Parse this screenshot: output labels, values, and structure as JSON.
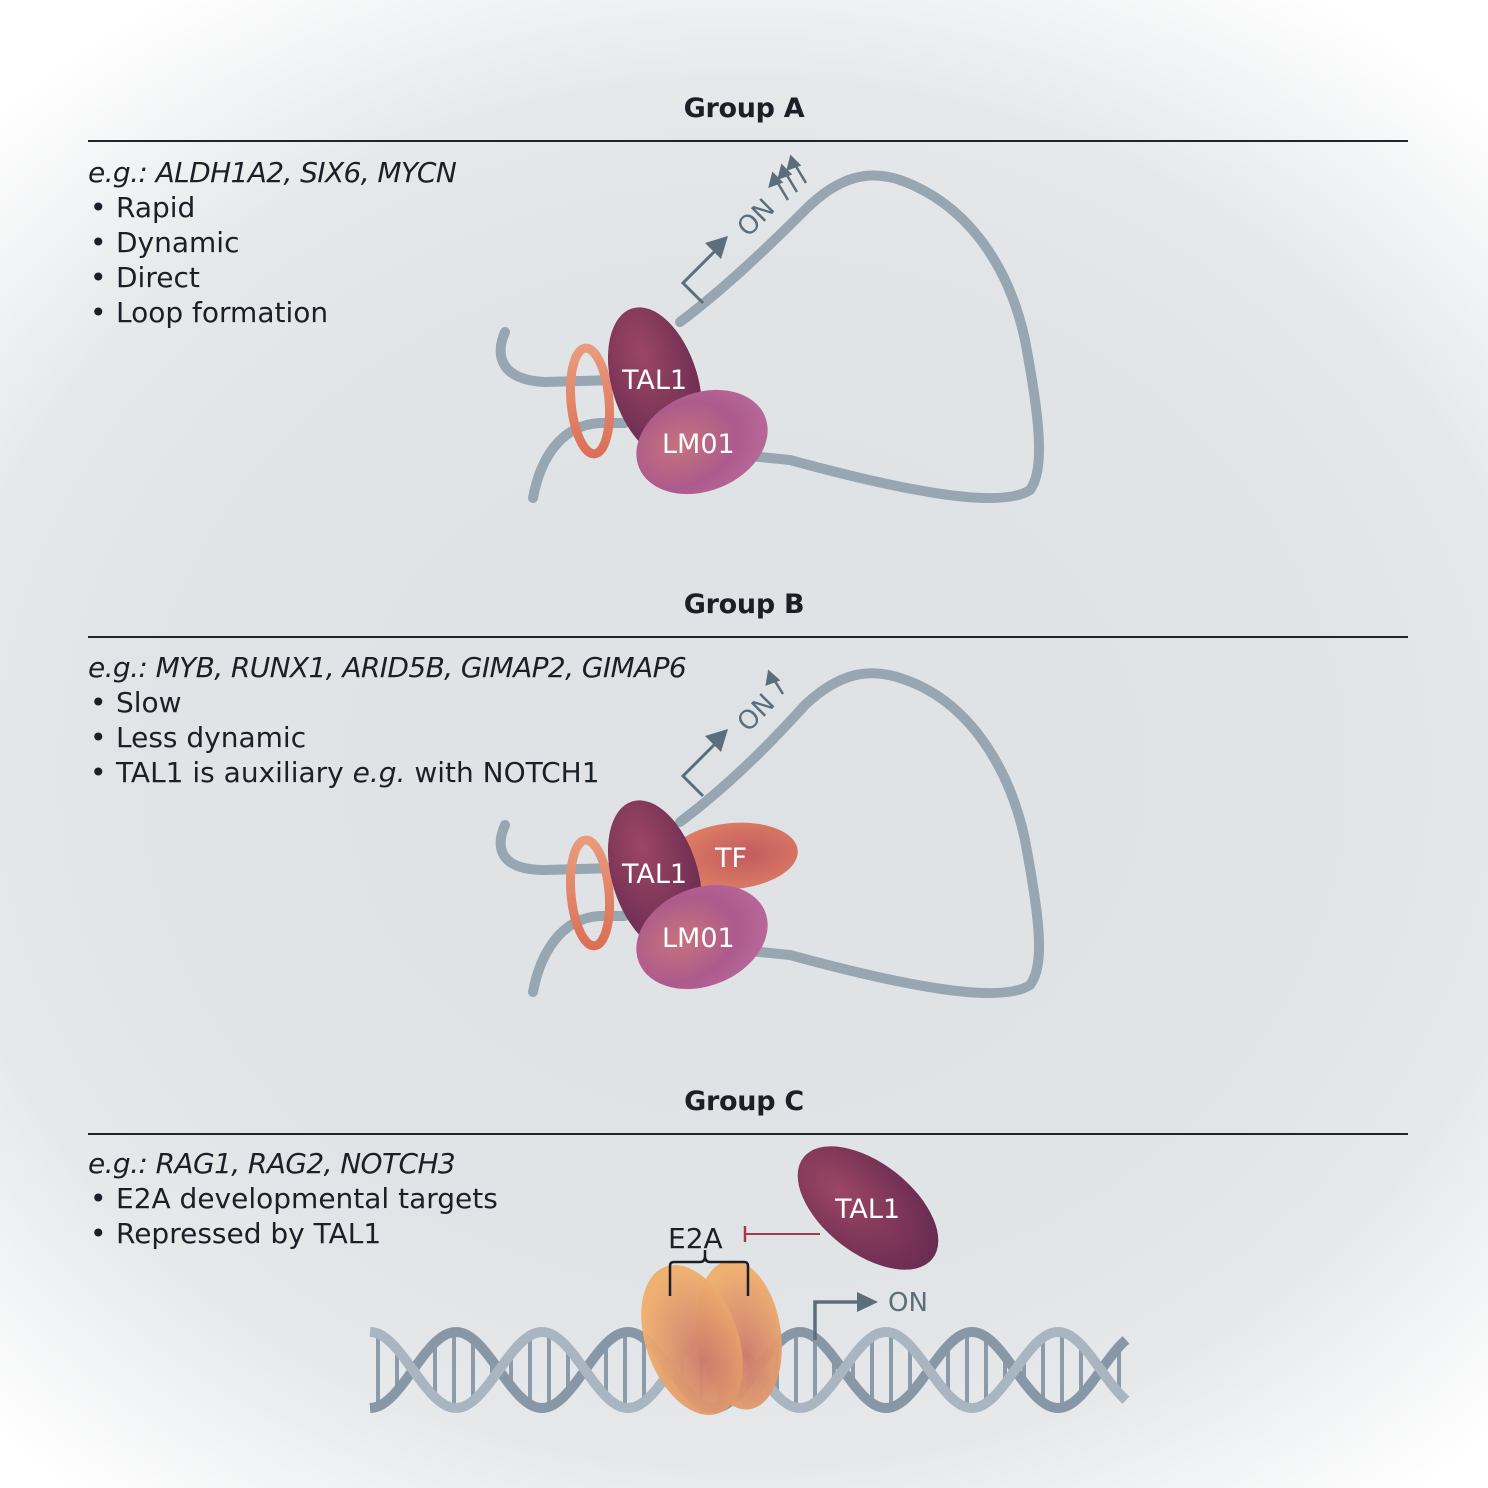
{
  "groups": [
    {
      "title": "Group A",
      "examples_prefix": "e.g.:",
      "examples": "ALDH1A2, SIX6, MYCN",
      "bullets": [
        "Rapid",
        "Dynamic",
        "Direct",
        "Loop formation"
      ],
      "diagram": {
        "proteins": [
          "TAL1",
          "LM01"
        ],
        "activation_label": "ON",
        "activation_arrows": 3
      }
    },
    {
      "title": "Group B",
      "examples_prefix": "e.g.:",
      "examples": "MYB, RUNX1, ARID5B, GIMAP2, GIMAP6",
      "bullets": [
        "Slow",
        "Less dynamic"
      ],
      "bullet3": {
        "pre": "TAL1 is auxiliary ",
        "italic": "e.g.",
        "post": " with NOTCH1"
      },
      "diagram": {
        "proteins": [
          "TAL1",
          "TF",
          "LM01"
        ],
        "activation_label": "ON",
        "activation_arrows": 1
      }
    },
    {
      "title": "Group C",
      "examples_prefix": "e.g.:",
      "examples": "RAG1, RAG2, NOTCH3",
      "bullets": [
        "E2A developmental targets",
        "Repressed by TAL1"
      ],
      "diagram": {
        "repressor": "TAL1",
        "target": "E2A",
        "activation_label": "ON"
      }
    }
  ],
  "colors": {
    "tal1": "#7a3358",
    "lmo1": "#b05a8c",
    "tf": "#cf6a5e",
    "ring": "#e08266",
    "e2a": "#eda267",
    "chromatin": "#97a6b0",
    "arrow": "#5b6e7c",
    "inhibit": "#a23a4c"
  }
}
